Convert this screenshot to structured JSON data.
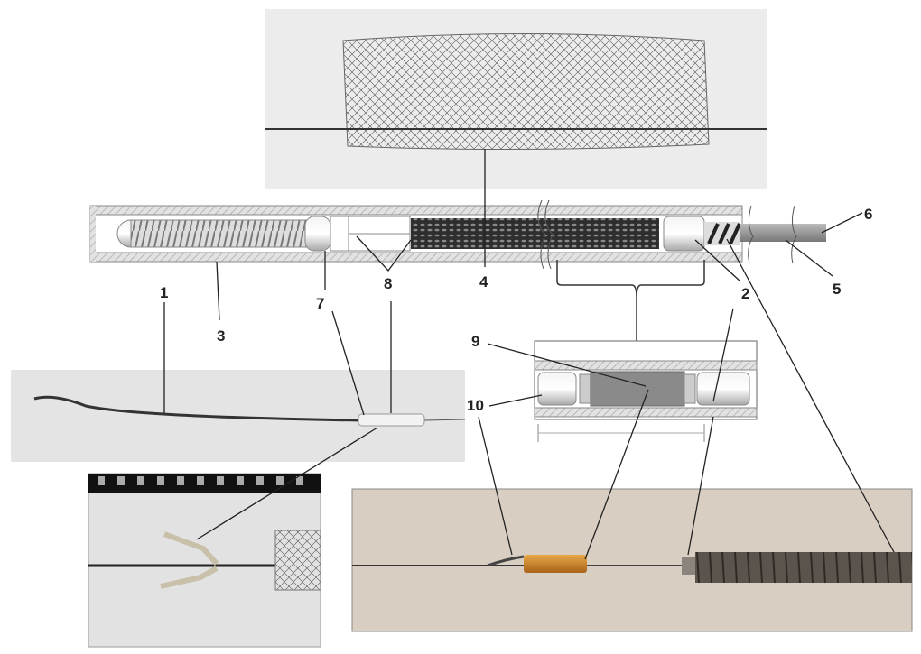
{
  "labels": {
    "l1": "1",
    "l2": "2",
    "l3": "3",
    "l4": "4",
    "l5": "5",
    "l6": "6",
    "l7": "7",
    "l8": "8",
    "l9": "9",
    "l10": "10"
  },
  "colors": {
    "tube_wall": "#cfcfcf",
    "mesh_dark": "#3a3a3a",
    "photo_gray": "#e4e4e4",
    "photo_beige": "#d8cec2",
    "orange_tube": "#d08a2a",
    "coil_dark": "#5a544c"
  }
}
